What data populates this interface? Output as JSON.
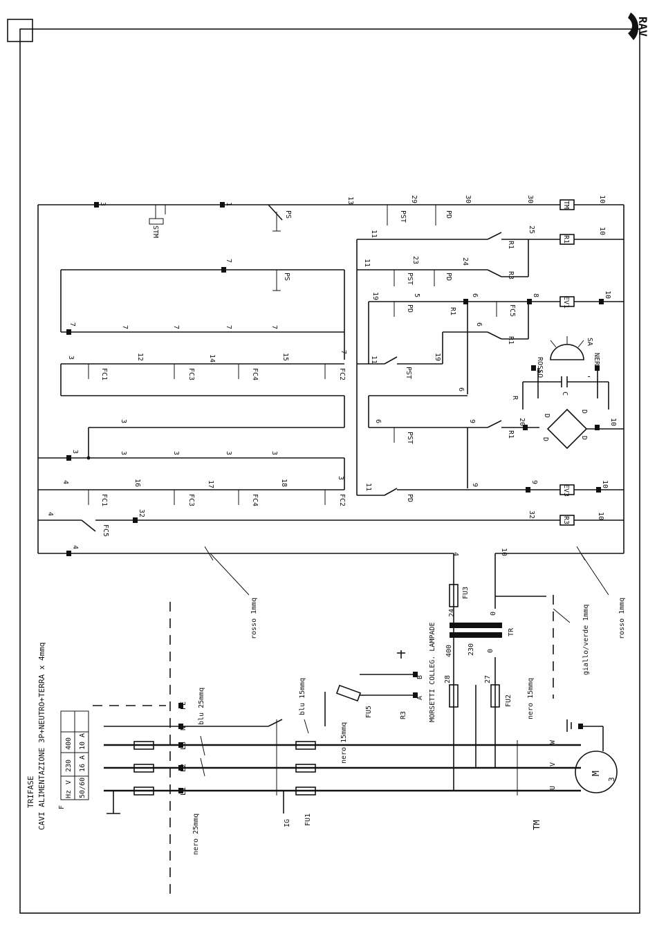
{
  "sheet": {
    "logo_text": "RAV",
    "stroke": "#111111"
  },
  "supply": {
    "title": "TRIFASE",
    "subtitle": "CAVI ALIMENTAZIONE 3P+NEUTRO+TERRA x 4mmq",
    "table": {
      "header": [
        "Hz",
        "V",
        "230",
        "400"
      ],
      "row": [
        "50/60",
        "16 A",
        "10 A"
      ]
    },
    "f_label": "F",
    "terminals": [
      "L1",
      "L2",
      "L3",
      "N",
      "PE"
    ],
    "cable_black": "nero 25mmq",
    "cable_blue": "blu 25mmq"
  },
  "devices": {
    "ig": "IG",
    "fu1": "FU1",
    "fu2": "FU2",
    "fu3": "FU3",
    "fu5": "FU5",
    "tm": "TM",
    "tr": "TR",
    "motor": "M",
    "motor_phases": "3",
    "phases": [
      "U",
      "V",
      "W"
    ],
    "r3": "R3",
    "terminal_a": "A",
    "terminal_b": "B",
    "lamp_block": "MORSETTI COLLEG. LAMPADE",
    "cable_blue_15": "blu 15mmq",
    "cable_black_15a": "nero 15mmq",
    "cable_black_15b": "nero 15mmq",
    "cable_red": "rosso 1mmq",
    "cable_red_2": "rosso 1mmq",
    "cable_ground": "giallo/verde 1mmq",
    "tap_400": "400",
    "tap_230": "230",
    "tap_0": "0",
    "tap_0b": "0",
    "tap_24": "24",
    "wire_28": "28",
    "wire_27": "27",
    "wire_4": "4",
    "wire_10": "10"
  },
  "control": {
    "stm": "STM",
    "ps": "PS",
    "ps2": "PS",
    "pst": "PST",
    "pd": "PD",
    "r1": "R1",
    "r3": "R3",
    "fc5": "FC5",
    "ev1": "EV1",
    "ev3": "EV3",
    "r1_coil": "R1",
    "r3_coil": "R3",
    "tm_coil": "TM",
    "sa": "SA",
    "rosso": "ROSSO",
    "nero": "NERO",
    "cap": "C",
    "res": "R",
    "diode": "D",
    "plus": "+",
    "minus": "-",
    "fc_row": [
      "FC1",
      "FC3",
      "FC4",
      "FC2"
    ],
    "w3": "3",
    "w1": "1",
    "w13": "13",
    "w29": "29",
    "w30": "30",
    "w11": "11",
    "w25": "25",
    "w10": "10",
    "w7": "7",
    "w23": "23",
    "w24": "24",
    "w19": "19",
    "w5": "5",
    "w6": "6",
    "w8": "8",
    "w12": "12",
    "w14": "14",
    "w15": "15",
    "w9": "9",
    "w20": "20",
    "w4": "4",
    "w16": "16",
    "w17": "17",
    "w18": "18",
    "w32": "32"
  }
}
